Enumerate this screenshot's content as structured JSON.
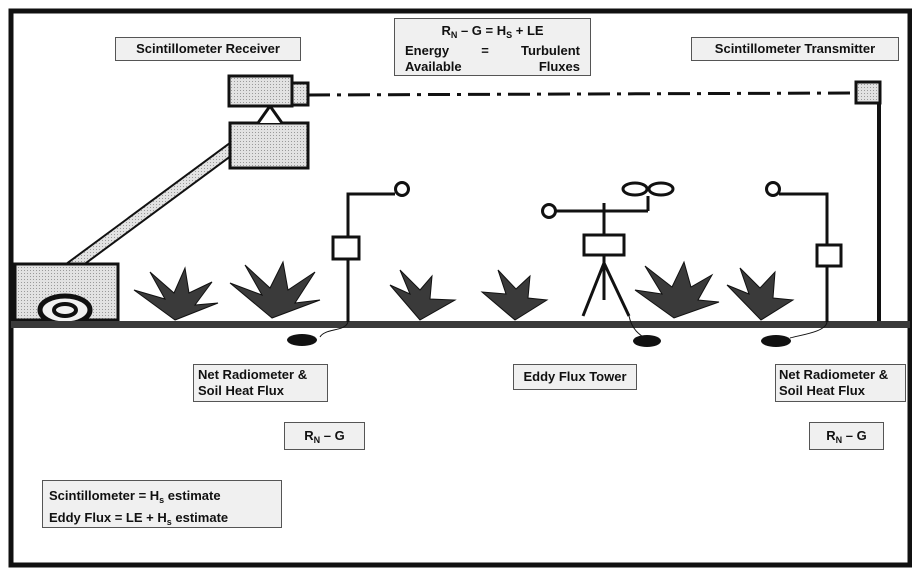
{
  "labels": {
    "receiver": "Scintillometer Receiver",
    "transmitter": "Scintillometer Transmitter",
    "net_radiometer_left": [
      "Net Radiometer &",
      "Soil Heat Flux"
    ],
    "net_radiometer_right": [
      "Net Radiometer &",
      "Soil Heat Flux"
    ],
    "eddy_tower": "Eddy Flux Tower"
  },
  "equation": {
    "line1": {
      "a": "R",
      "a_sub": "N",
      "b": " – G = H",
      "b_sub": "S",
      "c": " + LE"
    },
    "line2": {
      "left": "Energy",
      "mid": "=",
      "right": "Turbulent"
    },
    "line3": {
      "left": "Available",
      "right": "Fluxes"
    }
  },
  "rn_g_left": {
    "r": "R",
    "sub": "N",
    "rest": " – G"
  },
  "rn_g_right": {
    "r": "R",
    "sub": "N",
    "rest": " – G"
  },
  "estimates": {
    "line1": {
      "a": "Scintillometer = H",
      "sub": "s",
      "b": " estimate"
    },
    "line2": {
      "a": "Eddy Flux = LE + H",
      "sub": "s",
      "b": " estimate"
    }
  },
  "colors": {
    "fill_gray": "#cfcfcf",
    "line": "#111111",
    "label_bg": "#f0f0f0"
  }
}
